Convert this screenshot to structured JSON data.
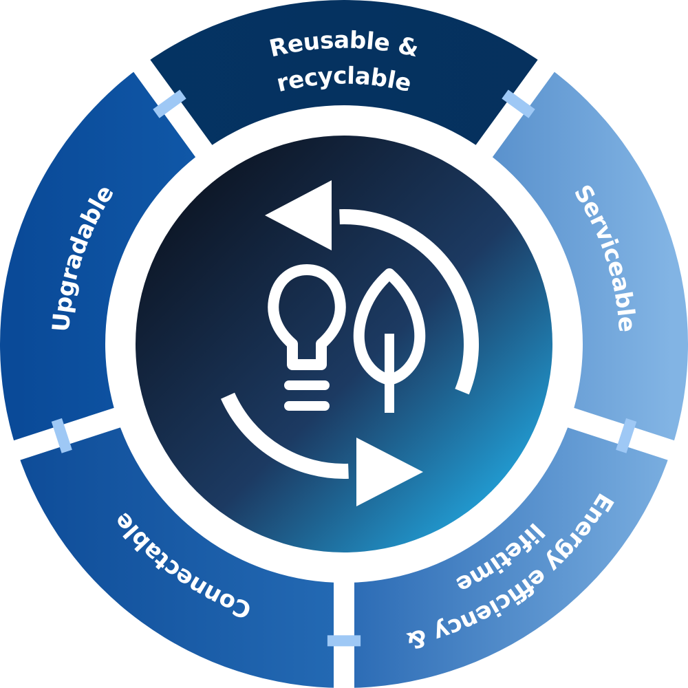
{
  "segments": [
    {
      "id": "reusable",
      "lines": [
        "Reusable &",
        "recyclable"
      ],
      "color_a": "#043464",
      "color_b": "#06305c"
    },
    {
      "id": "serviceable",
      "lines": [
        "Serviceable"
      ],
      "color_a": "#5890cc",
      "color_b": "#82b4e4"
    },
    {
      "id": "energy",
      "lines": [
        "Energy efficiency &",
        "lifetime"
      ],
      "color_a": "#2a6ab4",
      "color_b": "#7aaee0"
    },
    {
      "id": "connectable",
      "lines": [
        "Connectable"
      ],
      "color_a": "#0e4c98",
      "color_b": "#246ab4"
    },
    {
      "id": "upgradable",
      "lines": [
        "Upgradable"
      ],
      "color_a": "#0a4a98",
      "color_b": "#1058a8"
    }
  ],
  "colors": {
    "connector": "#9ec8f5",
    "center_dark": "#0c1422",
    "center_mid": "#1c3a62",
    "center_light": "#22a6de",
    "icon": "#ffffff"
  },
  "icon": "circular-arrows-bulb-leaf-icon"
}
